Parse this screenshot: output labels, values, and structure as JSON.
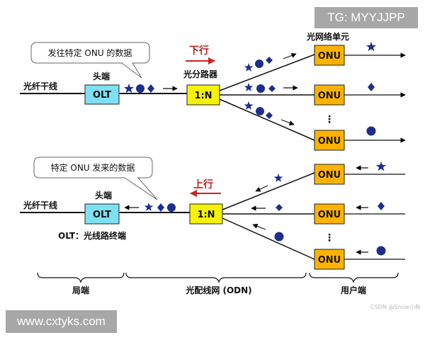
{
  "diagram": {
    "downstream": {
      "callout": "发往特定 ONU 的数据",
      "direction_label": "下行",
      "trunk_label": "光纤干线",
      "olt_caption": "头端",
      "olt_label": "OLT",
      "splitter_caption": "光分路器",
      "splitter_label": "1:N",
      "onu_caption": "光网络单元",
      "onu_labels": [
        "ONU",
        "ONU",
        "ONU"
      ],
      "ellipsis": "⋮"
    },
    "upstream": {
      "callout": "特定 ONU 发来的数据",
      "direction_label": "上行",
      "trunk_label": "光纤干线",
      "olt_caption": "头端",
      "olt_label": "OLT",
      "olt_note": "OLT：光线路终端",
      "splitter_label": "1:N",
      "onu_labels": [
        "ONU",
        "ONU",
        "ONU"
      ],
      "ellipsis": "⋮"
    },
    "sections": [
      "局端",
      "光配线网 (ODN)",
      "用户端"
    ]
  },
  "watermarks": {
    "top": "TG: MYYJJPP",
    "bottom": "www.cxtyks.com",
    "credit": "CSDN @Snow小新"
  },
  "colors": {
    "olt_fill": "#7ee0f2",
    "splitter_fill": "#f7f300",
    "onu_fill": "#ffb300",
    "symbol_color": "#1c2e8e",
    "direction_arrow": "#cc2222"
  }
}
